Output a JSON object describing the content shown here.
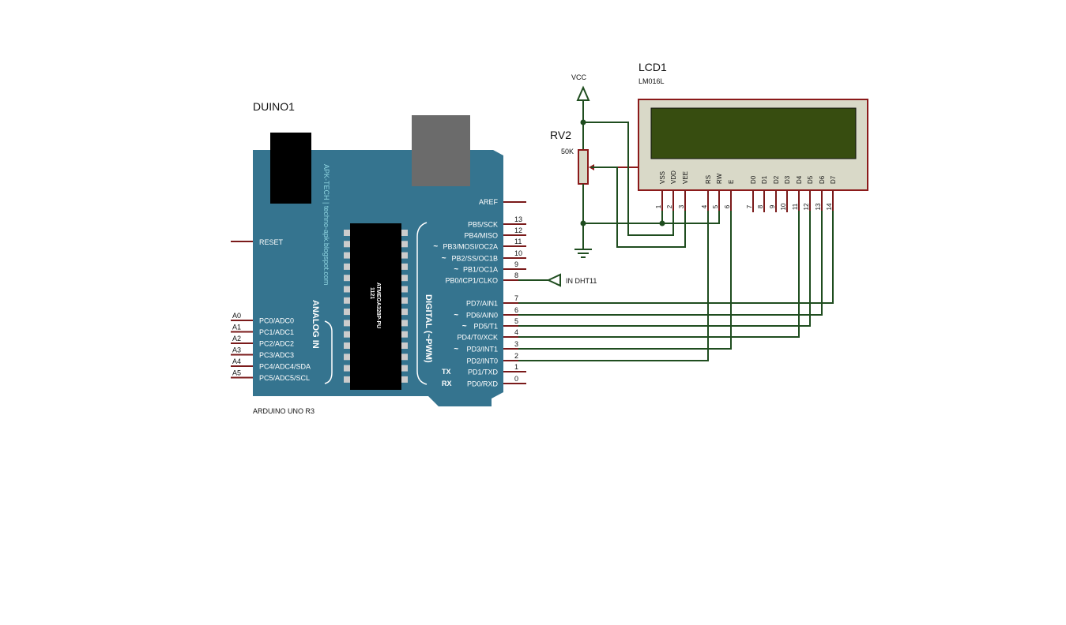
{
  "arduino": {
    "ref": "DUINO1",
    "model": "ARDUINO UNO R3",
    "chip": "ATMEGA328P-PU",
    "chip_mark": "1121",
    "vendor_text": "APK-TECH | techno-apk.blogspot.com",
    "analog_title": "ANALOG IN",
    "digital_title": "DIGITAL (~PWM)",
    "reset_label": "RESET",
    "aref_label": "AREF",
    "tx_label": "TX",
    "rx_label": "RX",
    "analog_pins": [
      {
        "num": "A0",
        "name": "PC0/ADC0"
      },
      {
        "num": "A1",
        "name": "PC1/ADC1"
      },
      {
        "num": "A2",
        "name": "PC2/ADC2"
      },
      {
        "num": "A3",
        "name": "PC3/ADC3"
      },
      {
        "num": "A4",
        "name": "PC4/ADC4/SDA"
      },
      {
        "num": "A5",
        "name": "PC5/ADC5/SCL"
      }
    ],
    "digital_pins": [
      {
        "num": "13",
        "name": "PB5/SCK",
        "pwm": false
      },
      {
        "num": "12",
        "name": "PB4/MISO",
        "pwm": false
      },
      {
        "num": "11",
        "name": "PB3/MOSI/OC2A",
        "pwm": true
      },
      {
        "num": "10",
        "name": "PB2/SS/OC1B",
        "pwm": true
      },
      {
        "num": "9",
        "name": "PB1/OC1A",
        "pwm": true
      },
      {
        "num": "8",
        "name": "PB0/ICP1/CLKO",
        "pwm": false
      },
      {
        "num": "7",
        "name": "PD7/AIN1",
        "pwm": false
      },
      {
        "num": "6",
        "name": "PD6/AIN0",
        "pwm": true
      },
      {
        "num": "5",
        "name": "PD5/T1",
        "pwm": true
      },
      {
        "num": "4",
        "name": "PD4/T0/XCK",
        "pwm": false
      },
      {
        "num": "3",
        "name": "PD3/INT1",
        "pwm": true
      },
      {
        "num": "2",
        "name": "PD2/INT0",
        "pwm": false
      },
      {
        "num": "1",
        "name": "PD1/TXD",
        "pwm": false
      },
      {
        "num": "0",
        "name": "PD0/RXD",
        "pwm": false
      }
    ],
    "pwm_mark": "~"
  },
  "lcd": {
    "ref": "LCD1",
    "model": "LM016L",
    "pins": [
      {
        "name": "VSS",
        "num": "1"
      },
      {
        "name": "VDD",
        "num": "2"
      },
      {
        "name": "VEE",
        "num": "3"
      },
      {
        "name": "RS",
        "num": "4"
      },
      {
        "name": "RW",
        "num": "5"
      },
      {
        "name": "E",
        "num": "6"
      },
      {
        "name": "D0",
        "num": "7"
      },
      {
        "name": "D1",
        "num": "8"
      },
      {
        "name": "D2",
        "num": "9"
      },
      {
        "name": "D3",
        "num": "10"
      },
      {
        "name": "D4",
        "num": "11"
      },
      {
        "name": "D5",
        "num": "12"
      },
      {
        "name": "D6",
        "num": "13"
      },
      {
        "name": "D7",
        "num": "14"
      }
    ]
  },
  "pot": {
    "ref": "RV2",
    "value": "50K"
  },
  "power": {
    "vcc_label": "VCC"
  },
  "input_terminal": {
    "label": "IN DHT11"
  },
  "colors": {
    "board": "#35748f",
    "wire": "#1f4d1f",
    "pin": "#7a1a1a",
    "lcd_screen": "#374d10",
    "lcd_body": "#d9d9c8",
    "lcd_border": "#8b1a1a",
    "usb": "#6b6b6b",
    "chip": "#000000",
    "board_text": "#ffffff",
    "silk_text": "#8fd4e0"
  }
}
